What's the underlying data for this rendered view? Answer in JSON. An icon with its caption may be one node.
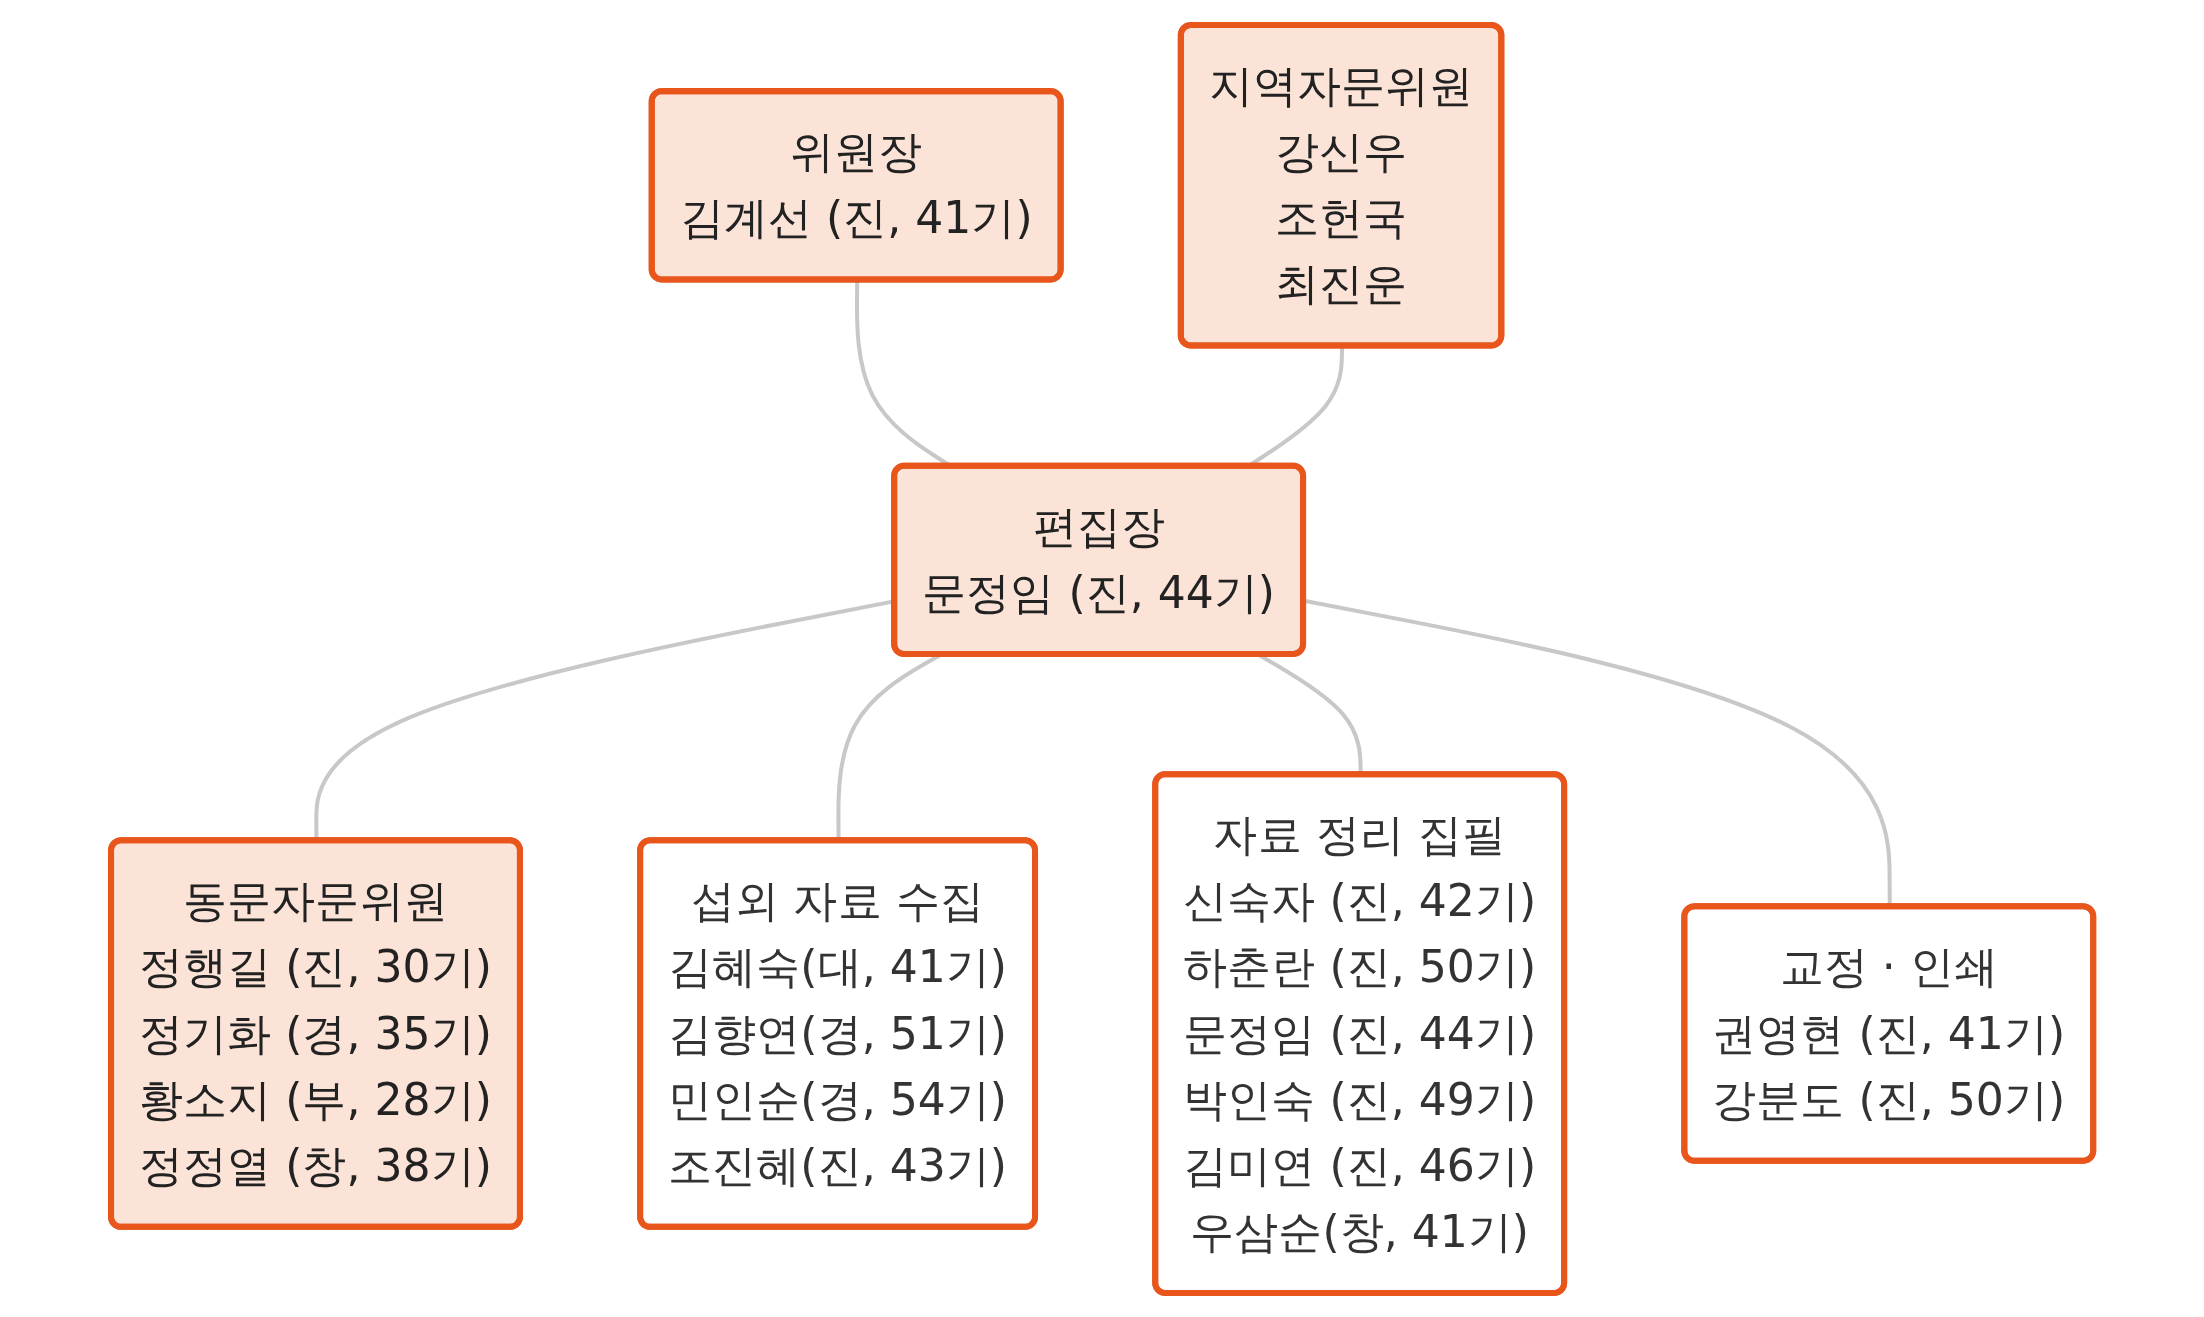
{
  "diagram": {
    "nodes": [
      {
        "text": [
          "위원장",
          "김계선 (진, 41기)"
        ]
      },
      {
        "text": [
          "지역자문위원",
          "강신우",
          "조헌국",
          "최진운"
        ]
      },
      {
        "text": [
          "편집장",
          "문정임 (진, 44기)"
        ]
      },
      {
        "text": [
          "동문자문위원",
          "정행길 (진, 30기)",
          "정기화 (경, 35기)",
          "황소지 (부, 28기)",
          "정정열 (창, 38기)"
        ]
      },
      {
        "text": [
          "섭외 자료 수집",
          "김혜숙(대, 41기)",
          "김향연(경, 51기)",
          "민인순(경, 54기)",
          "조진혜(진, 43기)"
        ]
      },
      {
        "text": [
          "자료 정리 집필",
          "신숙자 (진, 42기)",
          "하춘란 (진, 50기)",
          "문정임 (진, 44기)",
          "박인숙 (진, 49기)",
          "김미연 (진, 46기)",
          "우삼순(창, 41기)"
        ]
      },
      {
        "text": [
          "교정 · 인쇄",
          "권영현 (진, 41기)",
          "강분도 (진, 50기)"
        ]
      }
    ],
    "edges": [
      {
        "from": 0,
        "to": 2,
        "arrow": "none"
      },
      {
        "from": 1,
        "to": 2,
        "arrow": "none"
      },
      {
        "from": 2,
        "to": 3,
        "arrow": "none"
      },
      {
        "from": 2,
        "to": 4,
        "arrow": "none"
      },
      {
        "from": 2,
        "to": 5,
        "arrow": "none"
      },
      {
        "from": 2,
        "to": 6,
        "arrow": "none"
      }
    ]
  }
}
